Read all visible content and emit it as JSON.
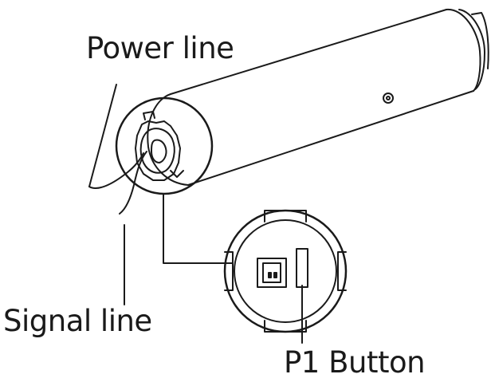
{
  "labels": {
    "power_line": "Power line",
    "signal_line": "Signal line",
    "p1_button": "P1 Button"
  },
  "colors": {
    "stroke": "#1a1a1a",
    "background": "#ffffff"
  }
}
